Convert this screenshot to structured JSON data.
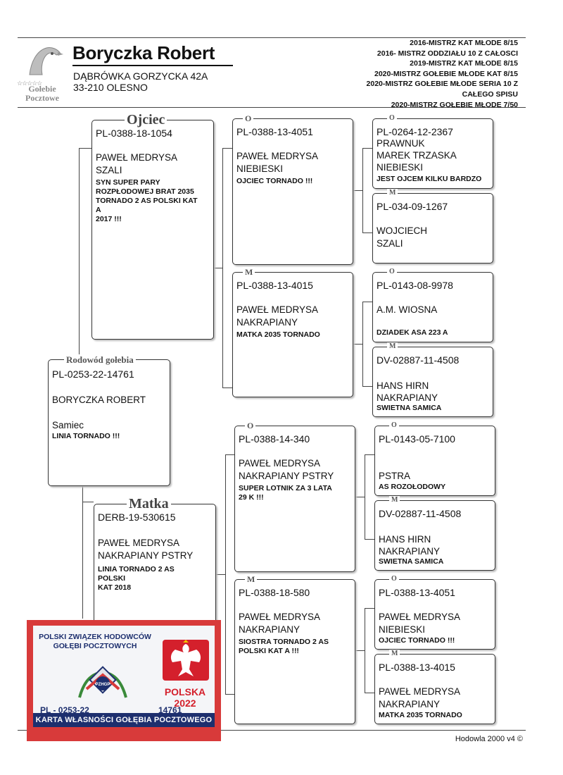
{
  "header": {
    "owner_name": "Boryczka Robert",
    "address_line1": "DĄBRÓWKA GORZYCKA 42A",
    "address_line2": "33-210 OLESNO",
    "logo_line1": "Gołebie",
    "logo_line2": "Pocztowe",
    "logo_stars": "☆☆☆☆☆",
    "titles": [
      "2016-MISTRZ  KAT MŁODE 8/15",
      "2016- MISTRZ ODDZIAŁU 10 Z CAŁOSCI",
      "2019-MISTRZ  KAT MŁODE 8/15",
      "2020-MISTRZ GOŁEBIE MŁODE KAT 8/15",
      "2020-MISTRZ GOŁEBIE MŁODE SERIA 10 Z",
      "CAŁEGO SPISU",
      "2020-MISTRZ GOŁEBIE MŁODE 7/50"
    ]
  },
  "subject": {
    "tag": "Rodowód gołebia",
    "ring": "PL-0253-22-14761",
    "owner": "BORYCZKA ROBERT",
    "sex": "Samiec",
    "note": "LINIA TORNADO !!!"
  },
  "father": {
    "tag": "Ojciec",
    "ring": "PL-0388-18-1054",
    "line1": "PAWEŁ MEDRYSA",
    "line2": "SZALI",
    "note": [
      "SYN SUPER PARY",
      "ROZPŁODOWEJ BRAT 2035",
      "TORNADO 2 AS POLSKI KAT",
      "A",
      "2017 !!!"
    ]
  },
  "mother": {
    "tag": "Matka",
    "ring": "DERB-19-530615",
    "line1": "PAWEŁ MEDRYSA",
    "line2": "NAKRAPIANY PSTRY",
    "note": [
      "LINIA TORNADO 2 AS",
      "POLSKI",
      "KAT 2018"
    ]
  },
  "grandparents": [
    {
      "tag": "O",
      "ring": "PL-0388-13-4051",
      "line1": "PAWEŁ MEDRYSA",
      "line2": "NIEBIESKI",
      "note": [
        "OJCIEC TORNADO !!!"
      ]
    },
    {
      "tag": "M",
      "ring": "PL-0388-13-4015",
      "line1": "PAWEŁ MEDRYSA",
      "line2": "NAKRAPIANY",
      "note": [
        "MATKA 2035 TORNADO"
      ]
    },
    {
      "tag": "O",
      "ring": "PL-0388-14-340",
      "line1": "PAWEŁ MEDRYSA",
      "line2": "NAKRAPIANY PSTRY",
      "note": [
        "SUPER LOTNIK ZA 3 LATA",
        "29 K !!!"
      ]
    },
    {
      "tag": "M",
      "ring": "PL-0388-18-580",
      "line1": "PAWEŁ MEDRYSA",
      "line2": "NAKRAPIANY",
      "note": [
        "SIOSTRA TORNADO 2 AS",
        "POLSKI KAT A !!!"
      ]
    }
  ],
  "great_grandparents": [
    {
      "tag": "O",
      "ring": "PL-0264-12-2367",
      "lines": [
        "PRAWNUK",
        "MAREK TRZASKA",
        "NIEBIESKI"
      ],
      "note": [
        "JEST OJCEM KILKU BARDZO"
      ]
    },
    {
      "tag": "M",
      "ring": "PL-034-09-1267",
      "lines": [
        "",
        "WOJCIECH",
        "SZALI"
      ],
      "note": []
    },
    {
      "tag": "O",
      "ring": "PL-0143-08-9978",
      "lines": [
        "",
        "A.M. WIOSNA",
        ""
      ],
      "note": [
        "DZIADEK ASA 223 A"
      ]
    },
    {
      "tag": "M",
      "ring": "DV-02887-11-4508",
      "lines": [
        "",
        "HANS HIRN",
        "NAKRAPIANY"
      ],
      "note": [
        "SWIETNA SAMICA"
      ]
    },
    {
      "tag": "O",
      "ring": "PL-0143-05-7100",
      "lines": [
        "",
        "",
        "PSTRA"
      ],
      "note": [
        "AS ROZOŁODOWY"
      ]
    },
    {
      "tag": "M",
      "ring": "DV-02887-11-4508",
      "lines": [
        "",
        "HANS HIRN",
        "NAKRAPIANY"
      ],
      "note": [
        "SWIETNA SAMICA"
      ]
    },
    {
      "tag": "O",
      "ring": "PL-0388-13-4051",
      "lines": [
        "",
        "PAWEŁ MEDRYSA",
        "NIEBIESKI"
      ],
      "note": [
        "OJCIEC TORNADO !!!"
      ]
    },
    {
      "tag": "M",
      "ring": "PL-0388-13-4015",
      "lines": [
        "",
        "PAWEŁ MEDRYSA",
        "NAKRAPIANY"
      ],
      "note": [
        "MATKA 2035 TORNADO"
      ]
    }
  ],
  "footer": "Hodowla 2000 v4 ©",
  "card": {
    "title_line1": "POLSKI ZWIĄZEK HODOWCÓW",
    "title_line2": "GOŁĘBI POCZTOWYCH",
    "emblem_text": "PZHGP",
    "country": "POLSKA 2022",
    "ring_prefix": "PL - 0253-22",
    "ring_number": "14761",
    "band_text": "KARTA WŁASNOŚCI GOŁĘBIA POCZTOWEGO",
    "red": "#d83a3a",
    "navy": "#1d2f6e"
  }
}
